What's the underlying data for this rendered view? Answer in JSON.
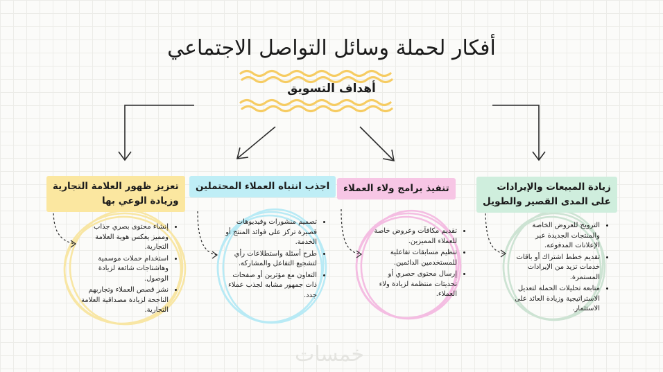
{
  "title": "أفكار لحملة وسائل التواصل الاجتماعي",
  "subtitle": "أهداف التسويق",
  "branches": [
    {
      "heading_line1": "تعزيز ظهور العلامة التجارية",
      "heading_line2": "وزيادة الوعي بها",
      "color": "#fbe7a0",
      "items": [
        "إنشاء محتوى بصري جذاب ومميز يعكس هوية العلامة التجارية.",
        "استخدام حملات موسمية وهاشتاجات شائعة لزيادة الوصول.",
        "نشر قصص العملاء وتجاربهم الناجحة لزيادة مصداقية العلامة التجارية."
      ]
    },
    {
      "heading_line1": "اجذب انتباه العملاء المحتملين",
      "color": "#bfeef6",
      "items": [
        "تصميم منشورات وفيديوهات قصيرة تركز على فوائد المنتج أو الخدمة.",
        "طرح أسئلة واستطلاعات رأي لتشجيع التفاعل والمشاركة.",
        "التعاون مع مؤثرين أو صفحات ذات جمهور مشابه لجذب عملاء جدد."
      ]
    },
    {
      "heading_line1": "تنفيذ برامج ولاء العملاء",
      "color": "#f7c6e5",
      "items": [
        "تقديم مكافآت وعروض خاصة للعملاء المميزين.",
        "تنظيم مسابقات تفاعلية للمستخدمين الدائمين.",
        "إرسال محتوى حصري أو تحديثات منتظمة لزيادة ولاء العملاء."
      ]
    },
    {
      "heading_line1": "زيادة المبيعات والإيرادات",
      "heading_line2": "على المدى القصير والطويل",
      "color": "#cfeedd",
      "items": [
        "الترويج للعروض الخاصة والمنتجات الجديدة عبر الإعلانات المدفوعة.",
        "تقديم خطط اشتراك أو باقات خدمات تزيد من الإيرادات المستمرة.",
        "متابعة تحليلات الحملة لتعديل الاستراتيجية وزيادة العائد على الاستثمار."
      ]
    }
  ],
  "logo_text": "خمسات"
}
